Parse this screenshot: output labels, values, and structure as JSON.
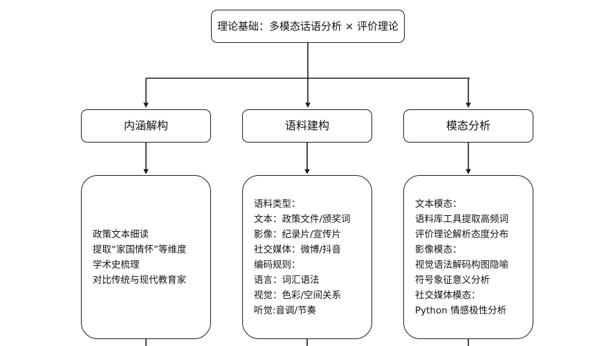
{
  "diagram": {
    "title_text": "理论基础：多模态话语分析 × 评价理论",
    "background_color": "#ffffff",
    "stroke_color": "#1b1b1b",
    "root": {
      "label": "理论基础：多模态话语分析 × 评价理论"
    },
    "branches": [
      {
        "label": "内涵解构"
      },
      {
        "label": "语料建构"
      },
      {
        "label": "模态分析"
      }
    ],
    "details": [
      {
        "lines": [
          "政策文本细读",
          "提取“家国情怀”等维度",
          "学术史梳理",
          "对比传统与现代教育家"
        ]
      },
      {
        "lines": [
          "语料类型：",
          "文本：政策文件/颁奖词",
          "影像：纪录片/宣传片",
          "社交媒体：微博/抖音",
          "编码规则：",
          "语言：词汇语法",
          "视觉：色彩/空间关系",
          "听觉:音调/节奏"
        ]
      },
      {
        "lines": [
          "文本模态：",
          "语料库工具提取高频词",
          "评价理论解析态度分布",
          "影像模态：",
          "视觉语法解码构图隐喻",
          "符号象征意义分析",
          "社交媒体模态：",
          "Python 情感极性分析"
        ]
      }
    ]
  }
}
